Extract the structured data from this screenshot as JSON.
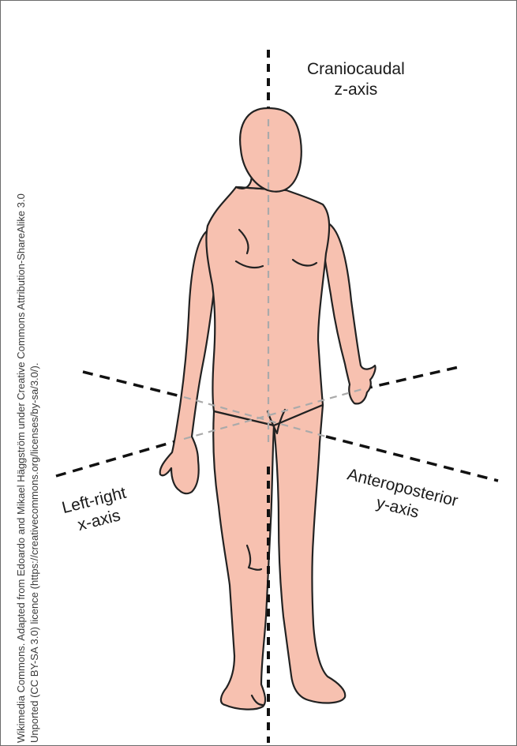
{
  "axes": {
    "z": {
      "line1": "Craniocaudal",
      "line2": "z-axis"
    },
    "x": {
      "line1": "Left-right",
      "line2": "x-axis"
    },
    "y": {
      "line1": "Anteroposterior",
      "line2": "y-axis"
    }
  },
  "credit": {
    "line1": "Wikimedia Commons. Adapted from Edoardo and Mikael Häggström under Creative Commons Attribution-ShareAlike 3.0",
    "line2": "Unported (CC BY-SA 3.0) licence (https://creativecommons.org/licenses/by-sa/3.0/)."
  },
  "colors": {
    "skin": "#f7c1b0",
    "outline": "#222222",
    "axis_dash": "#111111",
    "hidden_axis": "#aaaaaa"
  }
}
